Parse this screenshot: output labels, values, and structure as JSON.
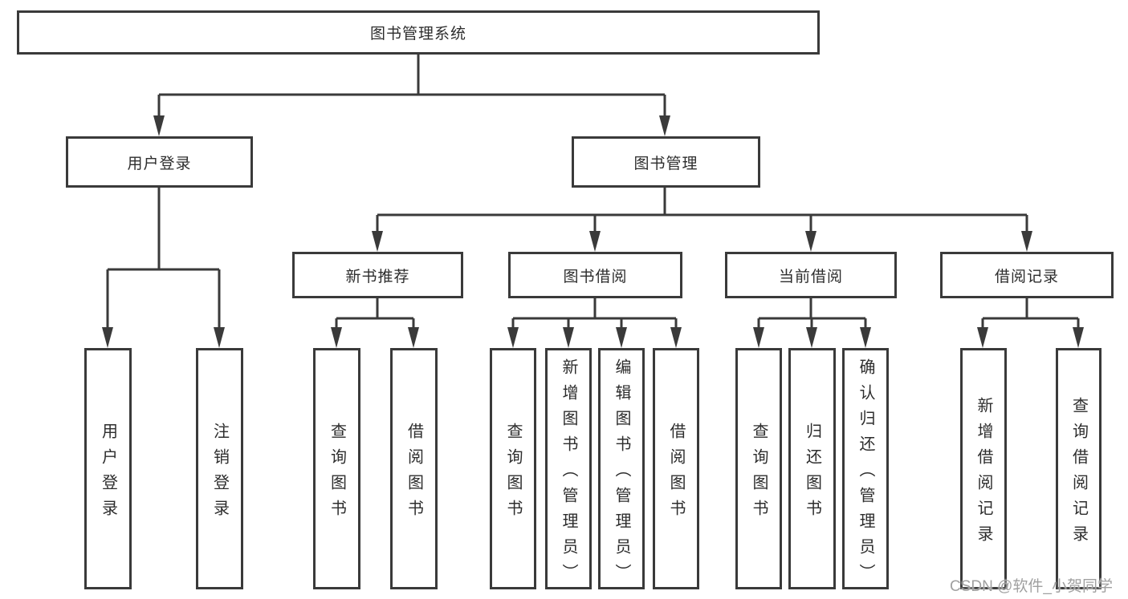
{
  "watermark": "CSDN @软件_小贺同学",
  "colors": {
    "line": "#3a3a3a",
    "box_border": "#3a3a3a",
    "box_background": "#ffffff",
    "text": "#2d2d2d",
    "watermark_text": "#a0a0a0"
  },
  "tree": {
    "label": "图书管理系统",
    "children": [
      {
        "label": "用户登录",
        "children": [
          {
            "label": "用户登录"
          },
          {
            "label": "注销登录"
          }
        ]
      },
      {
        "label": "图书管理",
        "children": [
          {
            "label": "新书推荐",
            "children": [
              {
                "label": "查询图书"
              },
              {
                "label": "借阅图书"
              }
            ]
          },
          {
            "label": "图书借阅",
            "children": [
              {
                "label": "查询图书"
              },
              {
                "label": "新增图书（管理员）"
              },
              {
                "label": "编辑图书（管理员）"
              },
              {
                "label": "借阅图书"
              }
            ]
          },
          {
            "label": "当前借阅",
            "children": [
              {
                "label": "查询图书"
              },
              {
                "label": "归还图书"
              },
              {
                "label": "确认归还（管理员）"
              }
            ]
          },
          {
            "label": "借阅记录",
            "children": [
              {
                "label": "新增借阅记录"
              },
              {
                "label": "查询借阅记录"
              }
            ]
          }
        ]
      }
    ]
  }
}
